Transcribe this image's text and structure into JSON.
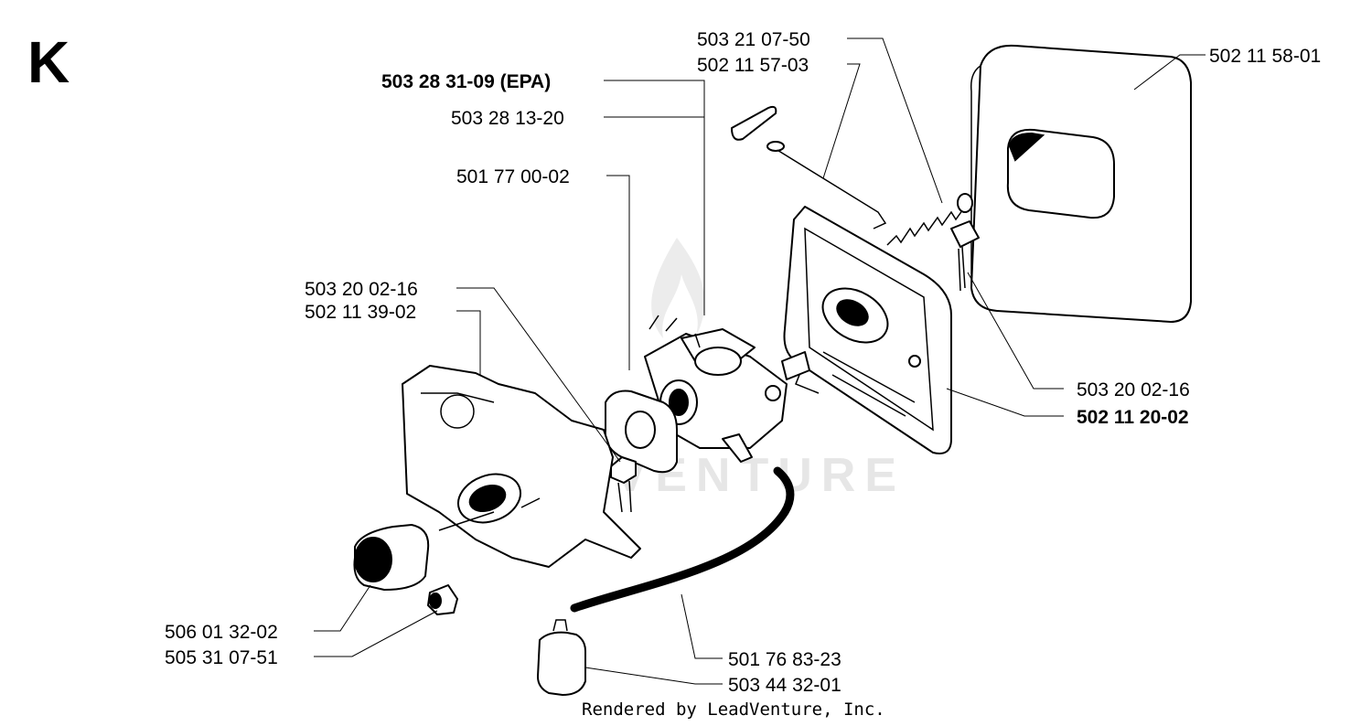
{
  "section_letter": "K",
  "watermark": "LEADVENTURE",
  "footer": "Rendered by LeadVenture, Inc.",
  "parts": {
    "p_503282131": "503 28 31-09 (EPA)",
    "p_503281320": "503 28 13-20",
    "p_501770002": "501 77 00-02",
    "p_503200216_left": "503 20 02-16",
    "p_502113902": "502 11 39-02",
    "p_503210750": "503 21 07-50",
    "p_502115703": "502 11 57-03",
    "p_502115801": "502 11 58-01",
    "p_503200216_right": "503 20 02-16",
    "p_502112002": "502 11 20-02",
    "p_506013202": "506 01 32-02",
    "p_505310751": "505 31 07-51",
    "p_501768323": "501 76 83-23",
    "p_503443201": "503 44 32-01"
  }
}
